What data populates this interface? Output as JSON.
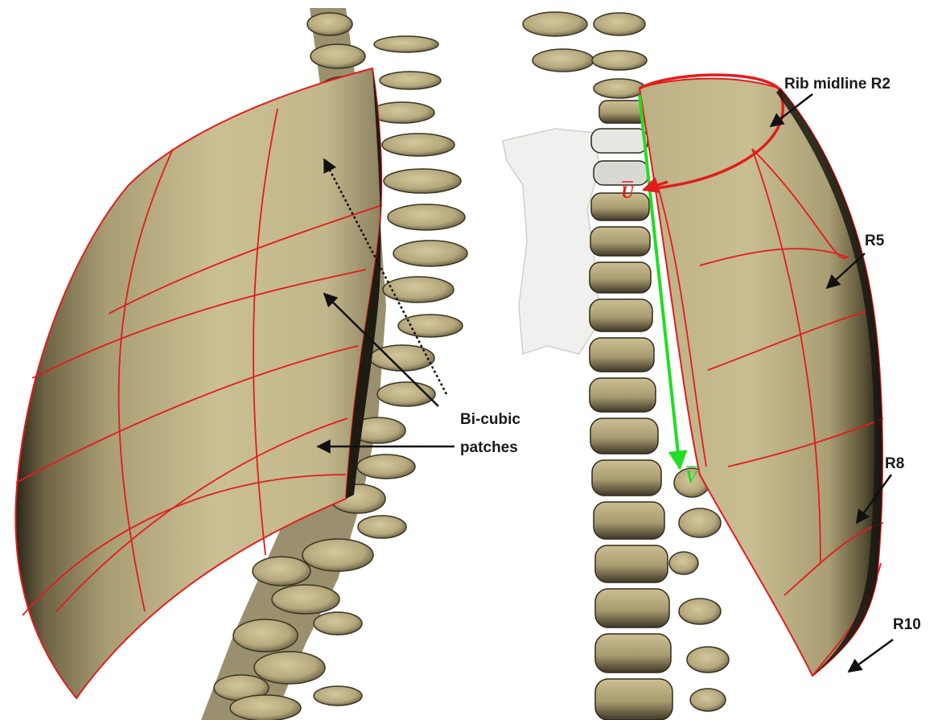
{
  "figure": {
    "labels": {
      "rib_midline": "Rib midline R2",
      "r5": "R5",
      "r8": "R8",
      "r10": "R10",
      "bicubic": "Bi-cubic",
      "patches": "patches",
      "u_vector": "U",
      "v_vector": "V"
    },
    "colors": {
      "surface_light": "#c9bd92",
      "surface_dark": "#2a2617",
      "vertebra": "#b7aa7e",
      "vertebra_shadow": "#4a4430",
      "grid_line": "#e21c1c",
      "midline_outline": "#e21c1c",
      "u_vector": "#e21c1c",
      "v_vector": "#22dd22",
      "sternum": "#f0f0ee",
      "arrow": "#111111"
    }
  }
}
